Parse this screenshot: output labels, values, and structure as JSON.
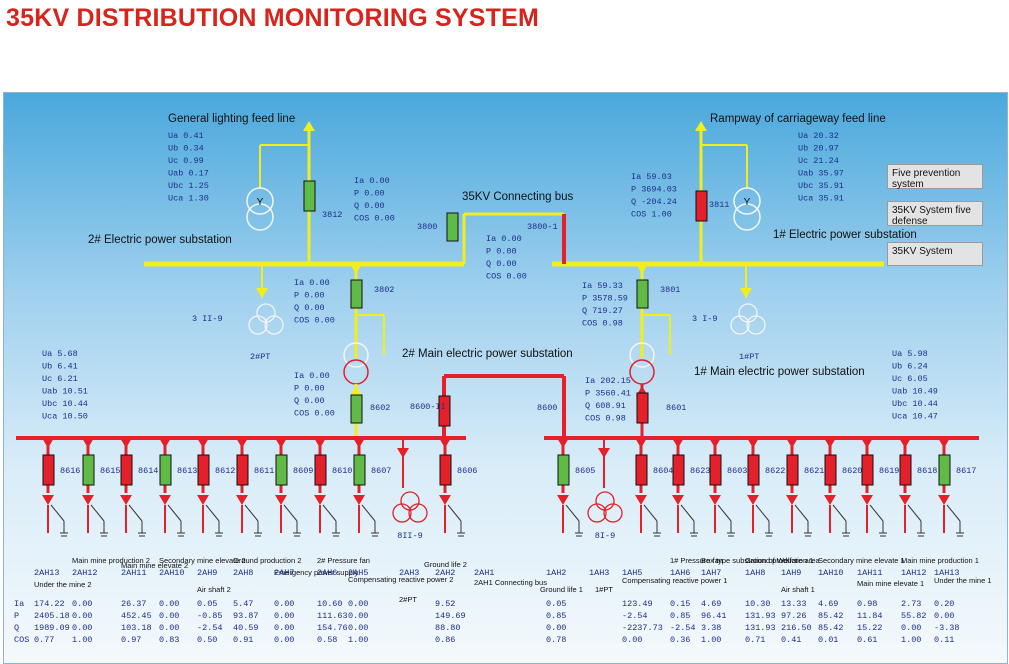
{
  "title": "35KV DISTRIBUTION MONITORING SYSTEM",
  "buttons": [
    "Five prevention system",
    "35KV  System five defense",
    "35KV  System"
  ],
  "feeders": {
    "general_lighting": {
      "label": "General lighting feed line",
      "values": [
        "Ua 0.41",
        "Ub 0.34",
        "Uc 0.99",
        "Uab 0.17",
        "Ubc 1.25",
        "Uca 1.30"
      ]
    },
    "rampway": {
      "label": "Rampway of carriageway feed line",
      "values": [
        "Ua 20.32",
        "Ub 20.97",
        "Uc 21.24",
        "Uab 35.97",
        "Ubc 35.91",
        "Uca 35.91"
      ]
    }
  },
  "substations": {
    "s2": "2# Electric power substation",
    "s1": "1# Electric power substation",
    "m2": "2# Main electric power substation",
    "m1": "1#  Main electric power substation",
    "connecting_bus": "35KV Connecting bus"
  },
  "breaker_codes": {
    "b3812": "3812",
    "b3800": "3800",
    "b3800_1": "3800-1",
    "b3811": "3811",
    "b3802": "3802",
    "b3801": "3801",
    "b8602": "8602",
    "b8600_ii": "8600-II",
    "b8600": "8600",
    "b8601": "8601",
    "pt_3ii9": "3 II-9",
    "pt_3i9": "3 I-9",
    "pt_2": "2#PT",
    "pt_1": "1#PT",
    "pt_8ii9": "8II-9",
    "pt_8i9": "8I-9"
  },
  "meters": {
    "m3812": [
      "Ia 0.00",
      "P  0.00",
      "Q  0.00",
      "COS 0.00"
    ],
    "m3811": [
      "Ia 59.03",
      "P  3694.03",
      "Q  -204.24",
      "COS 1.00"
    ],
    "mbus": [
      "Ia 0.00",
      "P  0.00",
      "Q  0.00",
      "COS 0.00"
    ],
    "m3802": [
      "Ia 0.00",
      "P  0.00",
      "Q  0.00",
      "COS 0.00"
    ],
    "m3801": [
      "Ia 59.33",
      "P  3578.59",
      "Q  719.27",
      "COS 0.98"
    ],
    "m8602": [
      "Ia 0.00",
      "P  0.00",
      "Q  0.00",
      "COS 0.00"
    ],
    "m8601": [
      "Ia 202.15",
      "P  3560.41",
      "Q  608.91",
      "COS 0.98"
    ],
    "mv2": [
      "Ua 5.68",
      "Ub 6.41",
      "Uc 6.21",
      "Uab 10.51",
      "Ubc 10.44",
      "Uca 10.50"
    ],
    "mv1": [
      "Ua 5.98",
      "Ub 6.24",
      "Uc 6.05",
      "Uab 10.49",
      "Ubc 10.44",
      "Uca 10.47"
    ]
  },
  "feeder_codes_left": [
    "8616",
    "8615",
    "8614",
    "8613",
    "8612",
    "8611",
    "8609",
    "8610",
    "8607",
    "8606"
  ],
  "feeder_codes_right": [
    "8605",
    "8604",
    "8623",
    "8603",
    "8622",
    "8621",
    "8620",
    "8619",
    "8618",
    "8617"
  ],
  "feeder_names": [
    "Under the mine 2",
    "Main mine production 2",
    "Main mine elevate 2",
    "Secondary mine elevate 2",
    "Air shaft 2",
    "Ground production 2",
    "Emergency power supply",
    "2# Pressure fan",
    "Compensating reactive power 2",
    "2#PT",
    "Ground life 2",
    "2AH1 Connecting bus",
    "Ground life 1",
    "1#PT",
    "Compensating reactive power 1",
    "1# Pressure fan",
    "Box type substation of Welfare area",
    "Ground production 1",
    "Air shaft 1",
    "Secondary mine elevate 1",
    "Main mine elevate 1",
    "Main mine production 1",
    "Under the mine 1"
  ],
  "table": {
    "row_labels": [
      "Ia",
      "P",
      "Q",
      "COS"
    ],
    "left_codes": [
      "2AH13",
      "2AH12",
      "2AH11",
      "2AH10",
      "2AH9",
      "2AH8",
      "2AH7",
      "2AH6",
      "2AH5",
      "2AH3",
      "2AH2",
      "2AH1"
    ],
    "left_values": [
      [
        "174.22",
        "0.00",
        "26.37",
        "0.00",
        "0.05",
        "5.47",
        "0.00",
        "10.60",
        "0.00",
        "",
        "9.52",
        ""
      ],
      [
        "2405.18",
        "0.00",
        "452.45",
        "0.00",
        "-0.85",
        "93.87",
        "0.00",
        "111.63",
        "0.00",
        "",
        "149.69",
        ""
      ],
      [
        "1989.09",
        "0.00",
        "103.18",
        "0.00",
        "-2.54",
        "40.59",
        "0.00",
        "154.76",
        "0.00",
        "",
        "88.80",
        ""
      ],
      [
        "0.77",
        "1.00",
        "0.97",
        "0.83",
        "0.50",
        "0.91",
        "0.00",
        "0.58",
        "1.00",
        "",
        "0.86",
        ""
      ]
    ],
    "right_codes": [
      "1AH2",
      "1AH3",
      "1AH5",
      "1AH6",
      "1AH7",
      "1AH8",
      "1AH9",
      "1AH10",
      "1AH11",
      "1AH12",
      "1AH13"
    ],
    "right_values": [
      [
        "0.05",
        "",
        "123.49",
        "0.15",
        "4.69",
        "10.30",
        "13.33",
        "4.69",
        "0.98",
        "2.73",
        "0.20"
      ],
      [
        "0.85",
        "",
        "-2.54",
        "0.85",
        "96.41",
        "131.93",
        "97.26",
        "85.42",
        "11.84",
        "55.82",
        "0.00"
      ],
      [
        "0.00",
        "",
        "-2237.73",
        "-2.54",
        "3.38",
        "131.93",
        "216.50",
        "85.42",
        "15.22",
        "0.00",
        "-3.38"
      ],
      [
        "0.78",
        "",
        "0.00",
        "0.36",
        "1.00",
        "0.71",
        "0.41",
        "0.01",
        "0.61",
        "1.00",
        "0.11"
      ]
    ]
  },
  "colors": {
    "bus_yellow": "#f2ee1e",
    "bus_red": "#e4202a",
    "breaker_on": "#e4202a",
    "breaker_off": "#5fba46",
    "title_red": "#d8241c"
  },
  "breaker_states": {
    "left": [
      "on",
      "off",
      "on",
      "off",
      "on",
      "on",
      "off",
      "on",
      "off",
      "on"
    ],
    "right": [
      "off",
      "on",
      "on",
      "on",
      "on",
      "on",
      "on",
      "on",
      "on",
      "off"
    ]
  }
}
